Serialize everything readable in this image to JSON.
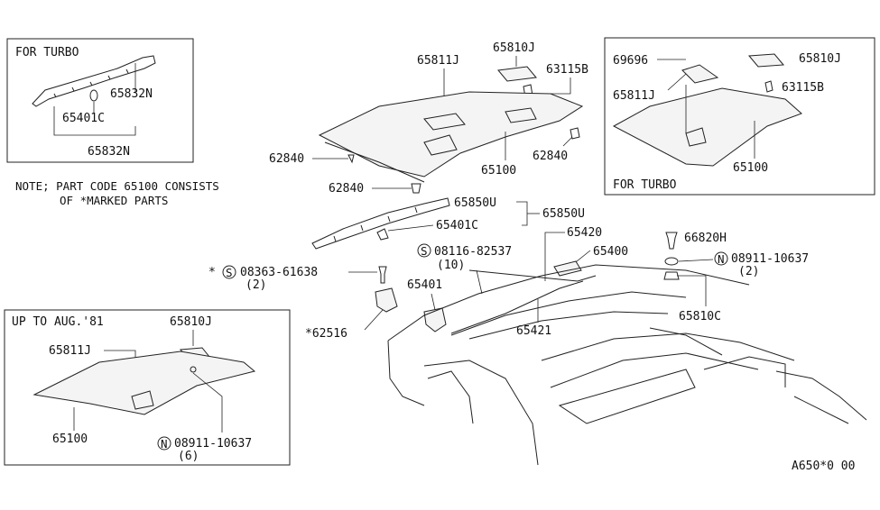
{
  "diagram": {
    "reference_code": "A650*0 00",
    "note": {
      "line1": "NOTE; PART CODE 65100 CONSISTS",
      "line2": "OF *MARKED PARTS"
    },
    "insets": {
      "turbo_left": {
        "title": "FOR TURBO",
        "labels": [
          "65832N",
          "65401C",
          "65832N"
        ]
      },
      "turbo_right": {
        "title": "FOR TURBO",
        "labels": [
          "69696",
          "65810J",
          "65811J",
          "63115B",
          "65100"
        ]
      },
      "early": {
        "title": "UP TO AUG.'81",
        "labels": [
          "65810J",
          "65811J",
          "65100",
          "08911-10637",
          "(6)"
        ]
      }
    },
    "main_labels": {
      "p65810J": "65810J",
      "p65811J": "65811J",
      "p63115B": "63115B",
      "p62840_a": "62840",
      "p62840_b": "62840",
      "p62840_c": "62840",
      "p65100": "65100",
      "p65850U_a": "65850U",
      "p65850U_b": "65850U",
      "p65401C": "65401C",
      "p65420": "65420",
      "p65400": "65400",
      "p66820H": "66820H",
      "p08911": "08911-10637",
      "p08911_qty": "(2)",
      "p08116": "08116-82537",
      "p08116_qty": "(10)",
      "p08363": "08363-61638",
      "p08363_qty": "(2)",
      "p65401": "65401",
      "p62516": "*62516",
      "p65421": "65421",
      "p65810C": "65810C",
      "asterisk": "*",
      "marker_s": "S",
      "marker_n": "N"
    }
  }
}
